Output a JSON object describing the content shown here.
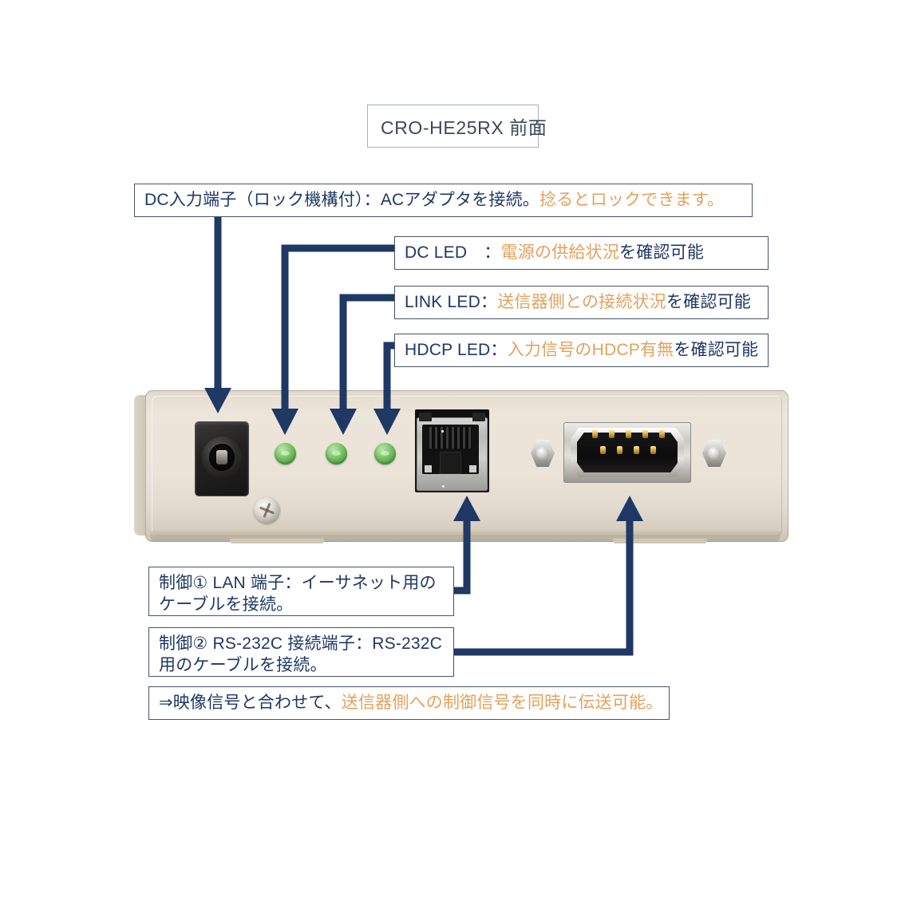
{
  "title_box": {
    "text": "CRO-HE25RX 前面"
  },
  "colors": {
    "navy": "#1f3864",
    "highlight_orange": "#e3a15c",
    "box_border": "#44546a",
    "chassis": "#ebe3d8",
    "led_green": "#6ebd58"
  },
  "callouts": {
    "dc_input": {
      "name": "dc-input-callout",
      "plain": "DC入力端子（ロック機構付）：ACアダプタを接続。",
      "highlight": "捻るとロックできます。"
    },
    "dc_led": {
      "name": "dc-led-callout",
      "plain": "DC LED　：",
      "highlight": "電源の供給状況",
      "plain_tail": "を確認可能"
    },
    "link_led": {
      "name": "link-led-callout",
      "plain": "LINK LED：",
      "highlight": "送信器側との接続状況",
      "plain_tail": "を確認可能"
    },
    "hdcp_led": {
      "name": "hdcp-led-callout",
      "plain": "HDCP LED：",
      "highlight": "入力信号のHDCP有無",
      "plain_tail": "を確認可能"
    },
    "lan": {
      "name": "lan-callout",
      "line1": "制御① LAN 端子：イーサネット用の",
      "line2": "ケーブルを接続。"
    },
    "rs232c": {
      "name": "rs232c-callout",
      "line1": "制御② RS-232C 接続端子：RS-232C",
      "line2": "用のケーブルを接続。"
    },
    "summary": {
      "name": "control-summary-callout",
      "plain": "⇒映像信号と合わせて、",
      "highlight": "送信器側への制御信号を同時に伝送可能。"
    }
  },
  "device": {
    "name": "cro-he25rx-front-panel",
    "ports": [
      {
        "id": "dc-input-jack",
        "label": "DC入力端子"
      },
      {
        "id": "led-dc",
        "label": "DC LED"
      },
      {
        "id": "led-link",
        "label": "LINK LED"
      },
      {
        "id": "led-hdcp",
        "label": "HDCP LED"
      },
      {
        "id": "lan-rj45-port",
        "label": "LAN 端子"
      },
      {
        "id": "rs232c-db9-port",
        "label": "RS-232C 接続端子"
      }
    ]
  }
}
